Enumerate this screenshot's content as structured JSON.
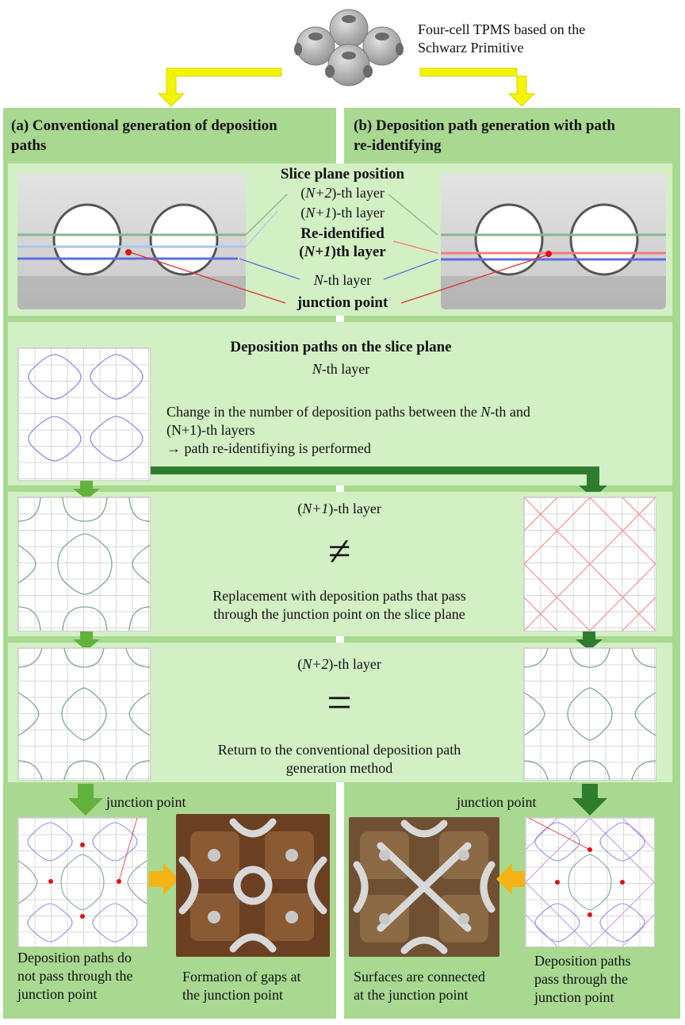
{
  "top": {
    "caption_line1": "Four-cell TPMS based on the",
    "caption_line2": "Schwarz Primitive"
  },
  "left_panel": {
    "title_line1": "(a) Conventional generation of deposition",
    "title_line2": "paths"
  },
  "right_panel": {
    "title_line1": "(b) Deposition path generation with path",
    "title_line2": "re-identifying"
  },
  "slice_section": {
    "title": "Slice plane position",
    "layer_n2_italic": "N+2",
    "layer_n2_suffix": "-th layer",
    "layer_n1_italic": "N+1",
    "layer_n1_suffix": "-th layer",
    "reidentified_line1": "Re-identified",
    "reidentified_italic": "N+1",
    "reidentified_suffix": "th layer",
    "layer_n_italic": "N",
    "layer_n_suffix": "-th layer",
    "junction": "junction point",
    "colors": {
      "n2_line": "#8db48d",
      "n1_line": "#a8c8e8",
      "n_line": "#5b6fe0",
      "reid_line": "#f07f7f",
      "junction_dot": "#e01010"
    }
  },
  "paths_section": {
    "title": "Deposition paths on the slice plane",
    "layer_italic": "N",
    "layer_suffix": "-th layer",
    "change_part1": "Change in the number of deposition paths between the ",
    "change_italic": "N",
    "change_part2": "-th and",
    "change_line2": "(N+1)-th layers",
    "arrow_text": "→ path re-identifiying is performed"
  },
  "n1_section": {
    "layer_italic": "N+1",
    "layer_suffix": "-th layer",
    "symbol": "≠",
    "replace_line1": "Replacement with deposition paths that pass",
    "replace_line2": "through the junction point on the slice plane"
  },
  "n2_section": {
    "layer_italic": "N+2",
    "layer_suffix": "-th layer",
    "symbol": "=",
    "return_line1": "Return to the conventional deposition path",
    "return_line2": "generation method"
  },
  "bottom_left": {
    "junction": "junction point",
    "caption1_line1": "Deposition paths do",
    "caption1_line2": "not pass through the",
    "caption1_line3": "junction point",
    "caption2_line1": "Formation of gaps at",
    "caption2_line2": "the junction point"
  },
  "bottom_right": {
    "junction": "junction point",
    "caption1_line1": "Surfaces are connected",
    "caption1_line2": "at the junction point",
    "caption2_line1": "Deposition paths",
    "caption2_line2": "pass through the",
    "caption2_line3": "junction point"
  },
  "colors": {
    "panel": "#a9d891",
    "inner": "#d3efc4",
    "yellow_arrow": "#f3f500",
    "dark_green_arrow": "#2e7d2e",
    "light_green_arrow": "#62b23e",
    "orange_arrow": "#f5b316",
    "path_blue": "#8f8fe8",
    "path_green": "#7fa88f",
    "path_red": "#f19a9a",
    "path_purple": "#c79be8"
  }
}
